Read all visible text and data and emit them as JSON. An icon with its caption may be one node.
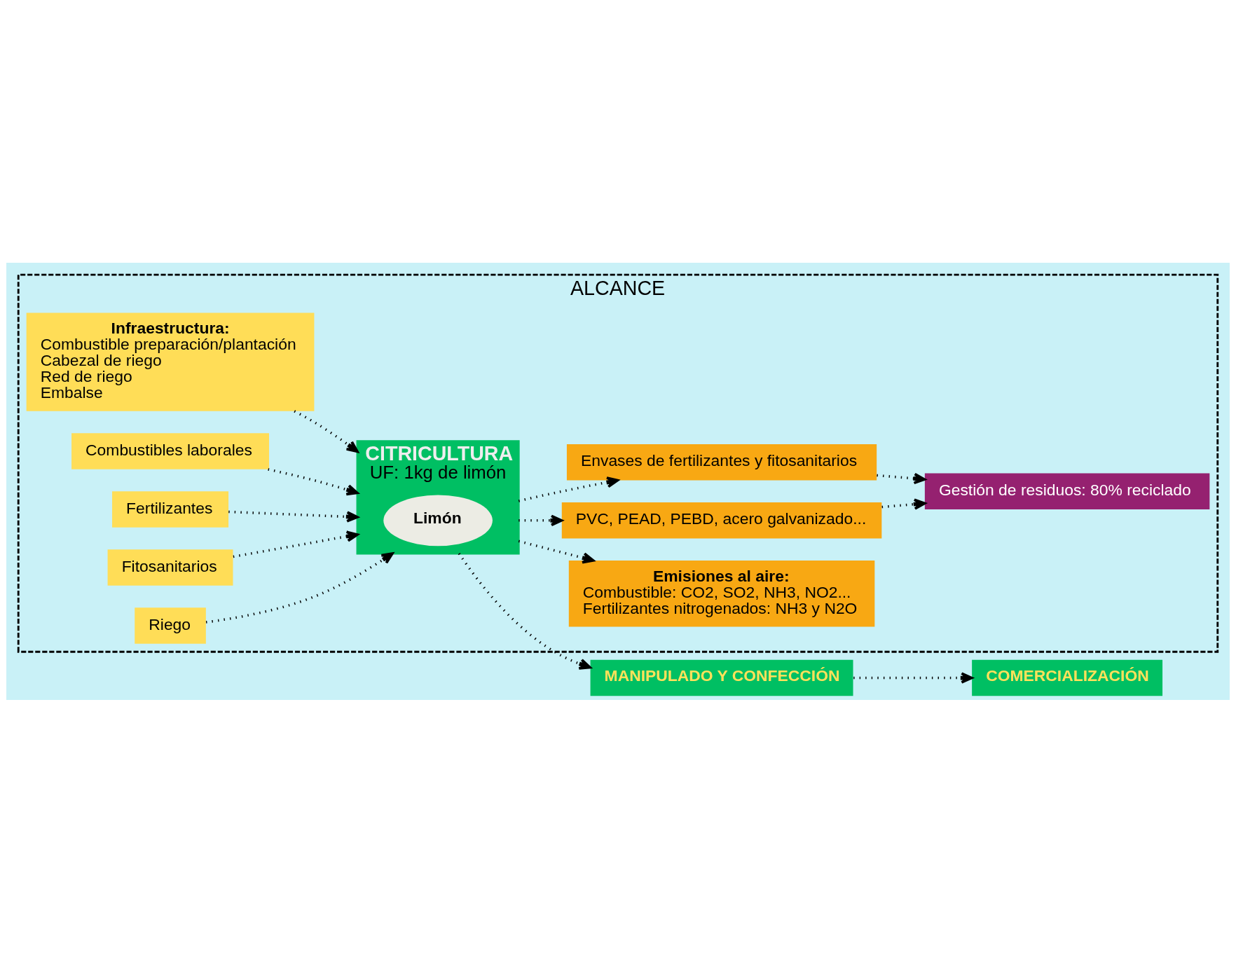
{
  "diagram": {
    "nodes": [
      {
        "text": [
          "ALCANCE"
        ]
      },
      {
        "text": [
          "Infraestructura:",
          "Combustible preparación/plantación",
          "Cabezal de riego",
          "Red de riego",
          "Embalse"
        ],
        "in": 0
      },
      {
        "text": [
          "Combustibles laborales"
        ],
        "in": 0
      },
      {
        "text": [
          "Fertilizantes"
        ],
        "in": 0
      },
      {
        "text": [
          "Fitosanitarios"
        ],
        "in": 0
      },
      {
        "text": [
          "Riego"
        ],
        "in": 0
      },
      {
        "text": [
          "CITRICULTURA",
          "UF: 1kg de limón"
        ],
        "in": 0
      },
      {
        "text": [
          "Limón"
        ],
        "in": 6
      },
      {
        "text": [
          "Emisiones al aire:",
          "Combustible: CO2, SO2, NH3, NO2...",
          "Fertilizantes nitrogenados: NH3 y N2O"
        ],
        "in": 0
      },
      {
        "text": [
          "PVC, PEAD, PEBD, acero galvanizado..."
        ],
        "in": 0
      },
      {
        "text": [
          "Envases de fertilizantes y fitosanitarios"
        ],
        "in": 0
      },
      {
        "text": [
          "Gestión de residuos: 80% reciclado"
        ],
        "in": 0
      },
      {
        "text": [
          "MANIPULADO Y CONFECCIÓN"
        ]
      },
      {
        "text": [
          "COMERCIALIZACIÓN"
        ]
      }
    ],
    "edges": [
      {
        "from": 1,
        "to": 6,
        "arrow": "to"
      },
      {
        "from": 2,
        "to": 6,
        "arrow": "to"
      },
      {
        "from": 3,
        "to": 6,
        "arrow": "to"
      },
      {
        "from": 4,
        "to": 6,
        "arrow": "to"
      },
      {
        "from": 5,
        "to": 6,
        "arrow": "to"
      },
      {
        "from": 6,
        "to": 8,
        "arrow": "to"
      },
      {
        "from": 6,
        "to": 9,
        "arrow": "to"
      },
      {
        "from": 6,
        "to": 10,
        "arrow": "to"
      },
      {
        "from": 9,
        "to": 11,
        "arrow": "to"
      },
      {
        "from": 10,
        "to": 11,
        "arrow": "to"
      },
      {
        "from": 6,
        "to": 12,
        "arrow": "to"
      },
      {
        "from": 12,
        "to": 13,
        "arrow": "to"
      }
    ]
  }
}
